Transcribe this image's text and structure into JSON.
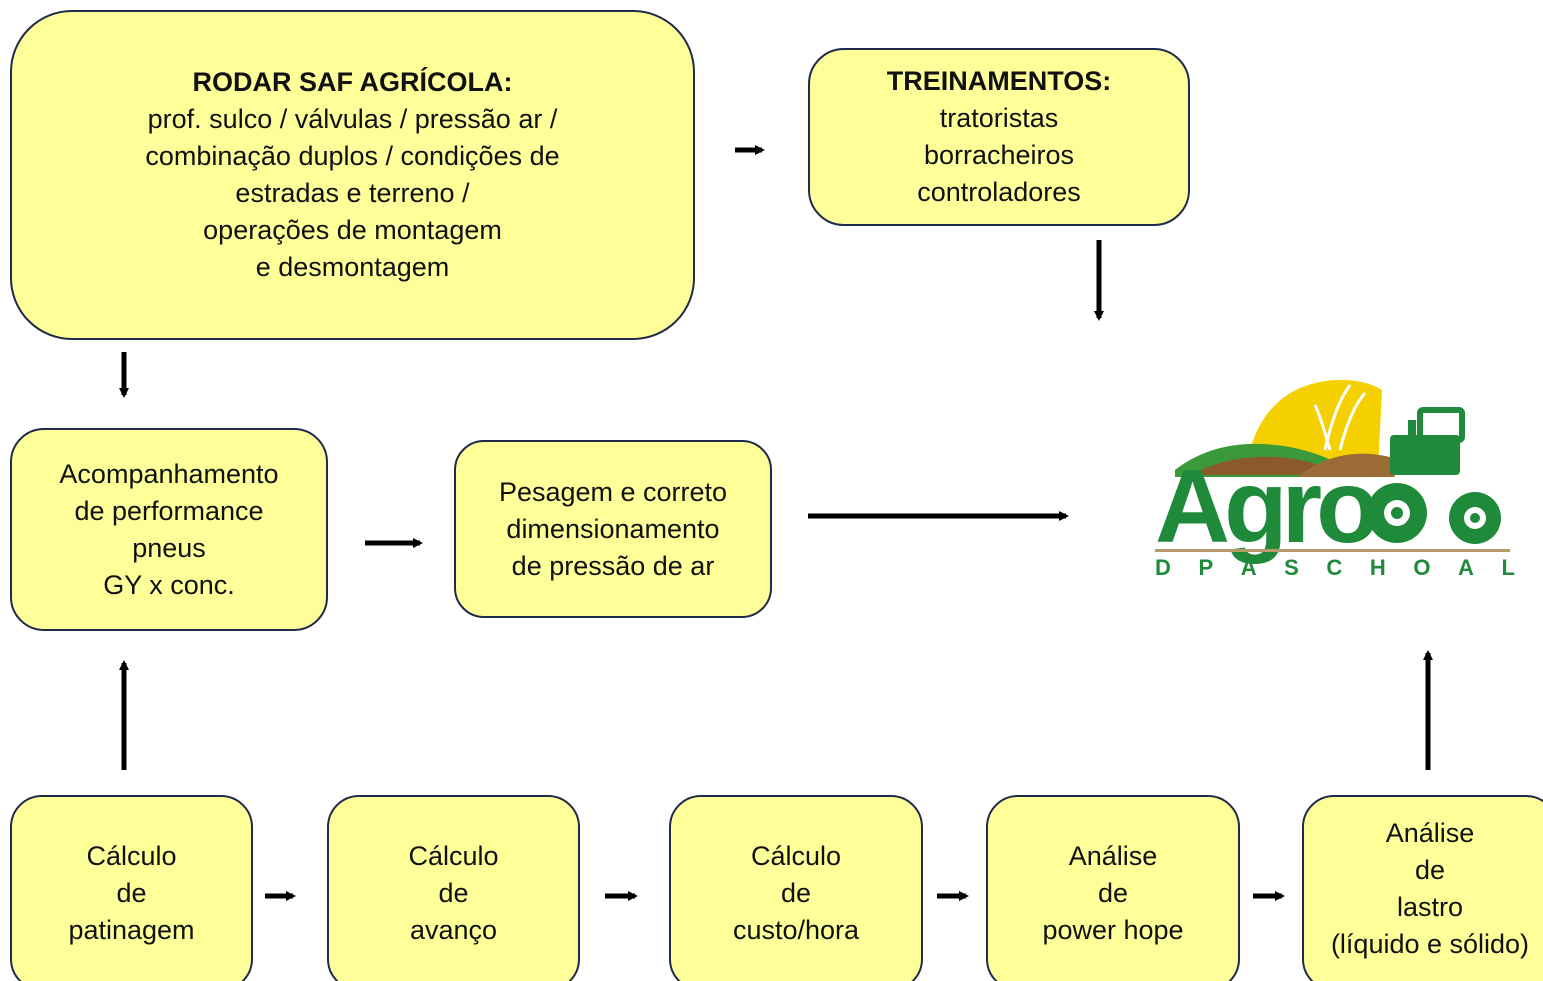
{
  "colors": {
    "node_fill": "#ffff99",
    "node_border": "#1f2a4d",
    "arrow": "#000000",
    "logo_green": "#1e8a3a",
    "logo_sun": "#f4d000"
  },
  "nodes": {
    "rodar_saf": {
      "title": "RODAR SAF AGRÍCOLA:",
      "lines": [
        "prof. sulco / válvulas / pressão ar /",
        "combinação duplos / condições de",
        "estradas e terreno /",
        "operações de montagem",
        "e desmontagem"
      ]
    },
    "treinamentos": {
      "title": "TREINAMENTOS:",
      "lines": [
        "tratoristas",
        "borracheiros",
        "controladores"
      ]
    },
    "acompanhamento": {
      "lines": [
        "Acompanhamento",
        "de performance",
        "pneus",
        "GY x conc."
      ]
    },
    "pesagem": {
      "lines": [
        "Pesagem e correto",
        "dimensionamento",
        "de pressão de ar"
      ]
    },
    "calc_patinagem": {
      "lines": [
        "Cálculo",
        "de",
        "patinagem"
      ]
    },
    "calc_avanco": {
      "lines": [
        "Cálculo",
        "de",
        "avanço"
      ]
    },
    "calc_custo": {
      "lines": [
        "Cálculo",
        "de",
        "custo/hora"
      ]
    },
    "analise_power": {
      "lines": [
        "Análise",
        "de",
        "power hope"
      ]
    },
    "analise_lastro": {
      "lines": [
        "Análise",
        "de",
        "lastro",
        "(líquido e sólido)"
      ]
    }
  },
  "logo": {
    "word": "Agro",
    "subtitle": [
      "D",
      "P",
      "A",
      "S",
      "C",
      "H",
      "O",
      "A",
      "L"
    ],
    "icon": "tractor-icon"
  }
}
